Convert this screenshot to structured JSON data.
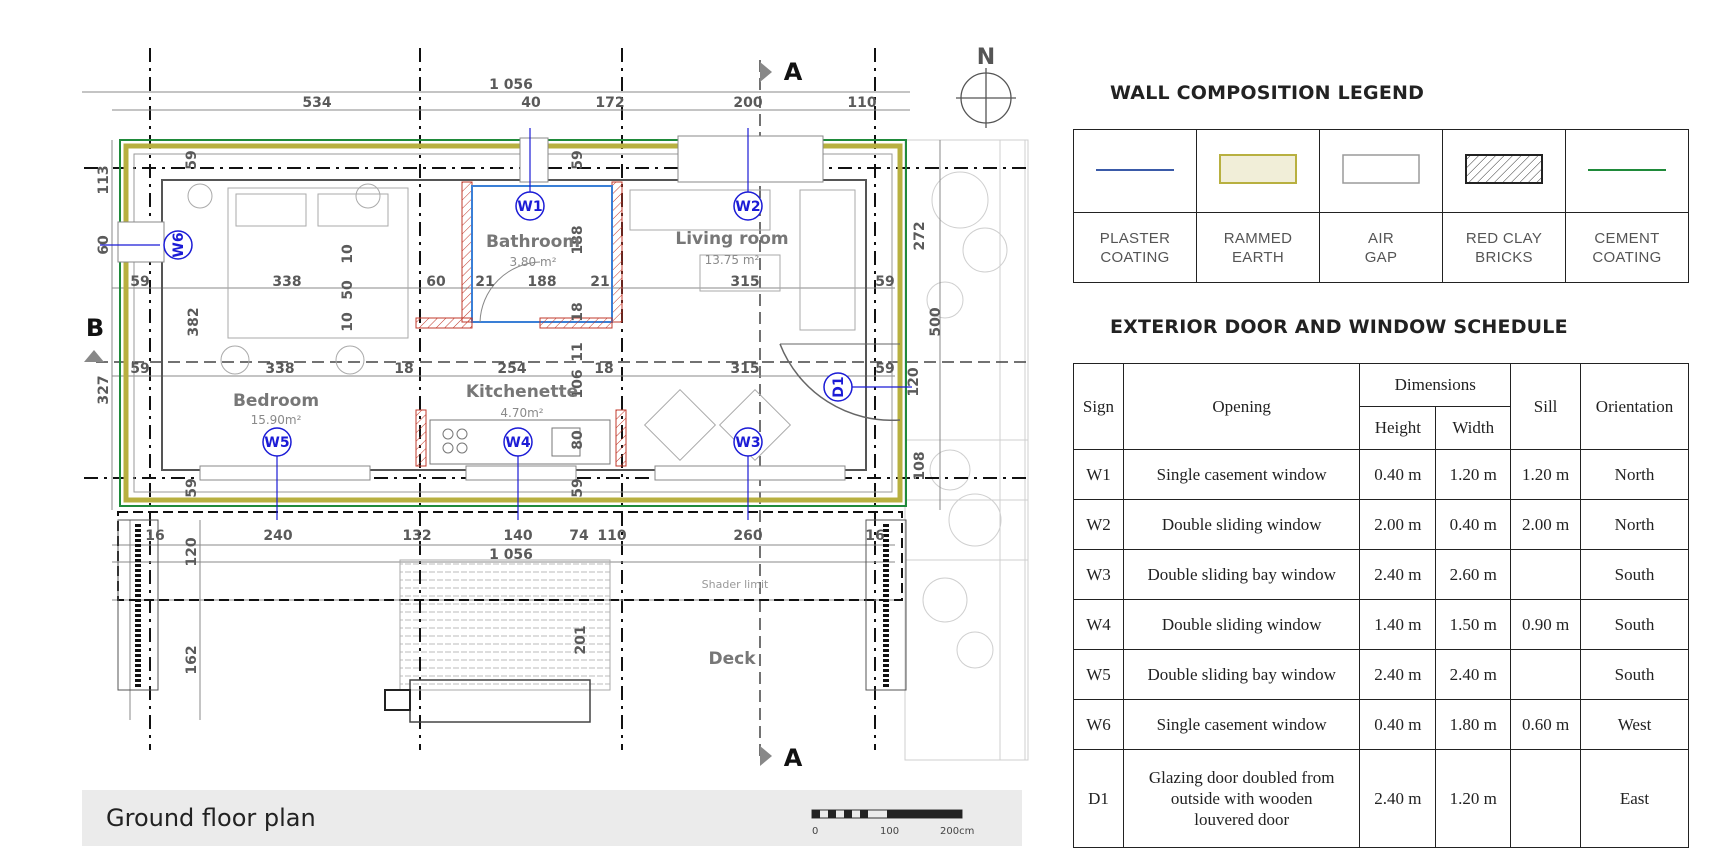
{
  "plan": {
    "title": "Ground floor plan",
    "north": "N",
    "section_a": "A",
    "section_b": "B",
    "shader_label": "Shader limit",
    "rooms": [
      {
        "name": "Bathroom",
        "area": "3.80 m²"
      },
      {
        "name": "Living room",
        "area": "13.75 m²"
      },
      {
        "name": "Bedroom",
        "area": "15.90m²"
      },
      {
        "name": "Kitchenette",
        "area": "4.70m²"
      },
      {
        "name": "Deck"
      }
    ],
    "tags": [
      "W1",
      "W2",
      "W3",
      "W4",
      "W5",
      "W6",
      "D1"
    ],
    "dims": {
      "top_total": "1 056",
      "top_1": "534",
      "top_2": "40",
      "top_3": "172",
      "top_4": "200",
      "top_5": "110",
      "bot_total": "1 056",
      "bot_1": "240",
      "bot_2": "132",
      "bot_3": "140",
      "bot_4": "74",
      "bot_5": "110",
      "bot_6": "260",
      "row1_1": "338",
      "row1_2": "60",
      "row1_3": "21",
      "row1_4": "188",
      "row1_5": "21",
      "row1_6": "315",
      "row2_1": "338",
      "row2_2": "18",
      "row2_3": "254",
      "row2_4": "18",
      "row2_5": "315",
      "left_1": "113",
      "left_2": "60",
      "left_3": "382",
      "left_4": "327",
      "right_1": "272",
      "right_2": "500",
      "right_3": "108",
      "mid_1": "188",
      "mid_2": "11",
      "mid_3": "106",
      "mid_4": "18",
      "bed_1": "10",
      "bed_2": "50",
      "bed_3": "10",
      "wall_59": "59",
      "wall_16": "16",
      "v120": "120",
      "v162": "162",
      "v201": "201",
      "d120": "120",
      "v80": "80"
    },
    "scale": {
      "l0": "0",
      "l1": "100",
      "l2": "200cm"
    }
  },
  "legend": {
    "title": "WALL COMPOSITION LEGEND",
    "items": [
      {
        "line1": "PLASTER",
        "line2": "COATING",
        "color": "#3a5aa8"
      },
      {
        "line1": "RAMMED",
        "line2": "EARTH",
        "color": "#b8b040"
      },
      {
        "line1": "AIR",
        "line2": "GAP",
        "color": "#9a9a9a"
      },
      {
        "line1": "RED CLAY",
        "line2": "BRICKS",
        "color": "#222222"
      },
      {
        "line1": "CEMENT",
        "line2": "COATING",
        "color": "#1f8a3a"
      }
    ]
  },
  "schedule": {
    "title": "EXTERIOR DOOR AND WINDOW SCHEDULE",
    "headers": {
      "sign": "Sign",
      "opening": "Opening",
      "dimensions": "Dimensions",
      "height": "Height",
      "width": "Width",
      "sill": "Sill",
      "orientation": "Orientation"
    },
    "rows": [
      {
        "sign": "W1",
        "opening": "Single casement window",
        "height": "0.40 m",
        "width": "1.20 m",
        "sill": "1.20 m",
        "orientation": "North"
      },
      {
        "sign": "W2",
        "opening": "Double sliding window",
        "height": "2.00 m",
        "width": "0.40 m",
        "sill": "2.00 m",
        "orientation": "North"
      },
      {
        "sign": "W3",
        "opening": "Double sliding bay window",
        "height": "2.40 m",
        "width": "2.60 m",
        "sill": "",
        "orientation": "South"
      },
      {
        "sign": "W4",
        "opening": "Double sliding window",
        "height": "1.40 m",
        "width": "1.50 m",
        "sill": "0.90 m",
        "orientation": "South"
      },
      {
        "sign": "W5",
        "opening": "Double sliding bay window",
        "height": "2.40 m",
        "width": "2.40 m",
        "sill": "",
        "orientation": "South"
      },
      {
        "sign": "W6",
        "opening": "Single casement window",
        "height": "0.40 m",
        "width": "1.80 m",
        "sill": "0.60 m",
        "orientation": "West"
      },
      {
        "sign": "D1",
        "opening": "Glazing door doubled from outside with wooden louvered door",
        "height": "2.40 m",
        "width": "1.20 m",
        "sill": "",
        "orientation": "East"
      }
    ]
  }
}
